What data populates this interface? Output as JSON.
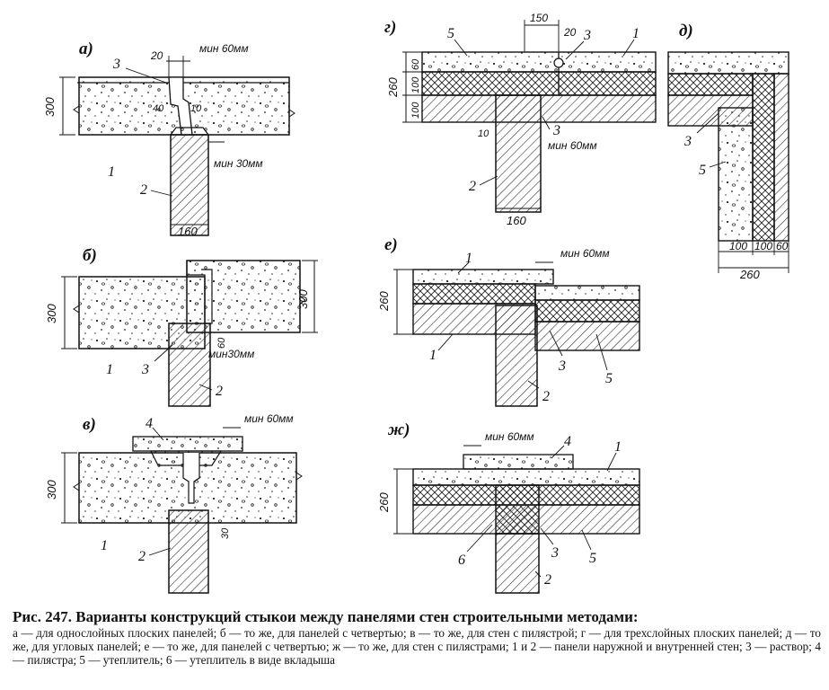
{
  "figure": {
    "title": "Рис. 247. Варианты конструкций стыкои между панелями стен строительными методами:",
    "caption_body": "а — для однослойных плоских панелей; б — то же, для панелей с четвертью; в — то же, для стен с пилястрой; г — для трехслойных плоских панелей; д — то же, для угловых панелей; е — то же, для панелей с четвертью; ж — то же, для стен с пилястрами; 1 и 2 — панели наружной и внутренней стен; 3 — раствор; 4 — пилястра; 5 — утеплитель; 6 — утеплитель в виде вкладыша"
  },
  "panels": {
    "a": {
      "letter": "а)",
      "dims": {
        "thick": "300",
        "joint": "20",
        "min60": "мин 60мм",
        "d40": "40",
        "d10": "10",
        "min30": "мин 30мм",
        "wall": "160"
      },
      "callouts": {
        "c1": "1",
        "c2": "2",
        "c3": "3"
      }
    },
    "b": {
      "letter": "б)",
      "dims": {
        "left": "300",
        "right": "300",
        "d60": "60",
        "min30": "мин30мм"
      },
      "callouts": {
        "c1": "1",
        "c2": "2",
        "c3": "3"
      }
    },
    "v": {
      "letter": "в)",
      "dims": {
        "thick": "300",
        "min60": "мин 60мм",
        "d30": "30"
      },
      "callouts": {
        "c1": "1",
        "c2": "2",
        "c4": "4"
      }
    },
    "g": {
      "letter": "г)",
      "dims": {
        "total": "260",
        "l100a": "100",
        "l100b": "100",
        "l60": "60",
        "d150": "150",
        "d20": "20",
        "d10": "10",
        "min60": "мин 60мм",
        "wall": "160"
      },
      "callouts": {
        "c1": "1",
        "c2": "2",
        "c3a": "3",
        "c3b": "3",
        "c5": "5"
      }
    },
    "d": {
      "letter": "д)",
      "dims": {
        "b100a": "100",
        "b100b": "100",
        "b60": "60",
        "total": "260"
      },
      "callouts": {
        "c3": "3",
        "c5": "5"
      }
    },
    "e": {
      "letter": "е)",
      "dims": {
        "total": "260",
        "min60": "мин 60мм"
      },
      "callouts": {
        "c1a": "1",
        "c1b": "1",
        "c2": "2",
        "c3": "3",
        "c5": "5"
      }
    },
    "zh": {
      "letter": "ж)",
      "dims": {
        "total": "260",
        "min60": "мин 60мм"
      },
      "callouts": {
        "c1": "1",
        "c2": "2",
        "c3": "3",
        "c4": "4",
        "c5": "5",
        "c6": "6"
      }
    }
  }
}
